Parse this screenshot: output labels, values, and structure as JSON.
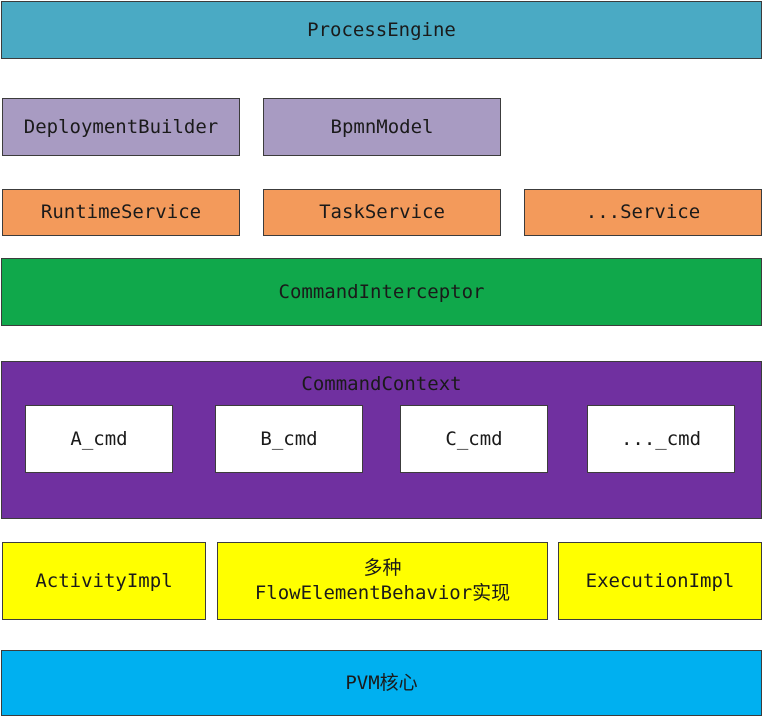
{
  "process_engine": "ProcessEngine",
  "row2": [
    "DeploymentBuilder",
    "BpmnModel"
  ],
  "services": [
    "RuntimeService",
    "TaskService",
    "...Service"
  ],
  "interceptor": "CommandInterceptor",
  "command_context": {
    "title": "CommandContext",
    "commands": [
      "A_cmd",
      "B_cmd",
      "C_cmd",
      "..._cmd"
    ]
  },
  "impl": {
    "left": "ActivityImpl",
    "middle_line1": "多种",
    "middle_line2": "FlowElementBehavior实现",
    "right": "ExecutionImpl"
  },
  "pvm": "PVM核心",
  "colors": {
    "process_engine": "#4aaac4",
    "builder": "#a89bc2",
    "service": "#f39a5b",
    "interceptor": "#10a84b",
    "context": "#7030a0",
    "impl": "#ffff00",
    "pvm": "#00b0f0"
  }
}
